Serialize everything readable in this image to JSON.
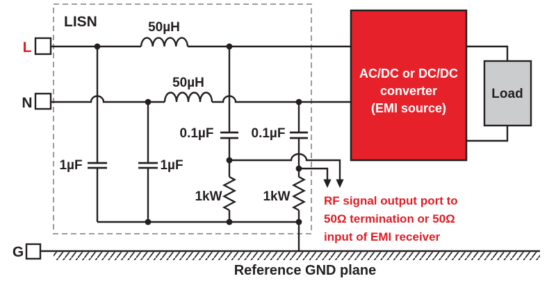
{
  "colors": {
    "line_black": "#231f20",
    "accent_red": "#e11b23",
    "converter_fill": "#e62129",
    "load_fill": "#cbcccd",
    "dashed_border_gray": "#9b9b9b"
  },
  "lisn": {
    "label": "LISN",
    "inductor_line_value": "50µH",
    "inductor_neutral_value": "50µH",
    "cap_line_value": "1µF",
    "cap_neutral_value": "1µF",
    "cap_hf_line_value": "0.1µF",
    "cap_hf_neutral_value": "0.1µF",
    "resistor_line_value": "1kW",
    "resistor_neutral_value": "1kW"
  },
  "terminals": {
    "line_label": "L",
    "neutral_label": "N",
    "ground_label": "G"
  },
  "converter": {
    "title_line1": "AC/DC or DC/DC",
    "title_line2": "converter",
    "title_line3": "(EMI source)"
  },
  "load": {
    "label": "Load"
  },
  "rf_note": {
    "line1": "RF signal output port to",
    "line2": "50Ω termination or 50Ω",
    "line3": "input of EMI receiver"
  },
  "ground": {
    "label": "Reference GND plane"
  }
}
